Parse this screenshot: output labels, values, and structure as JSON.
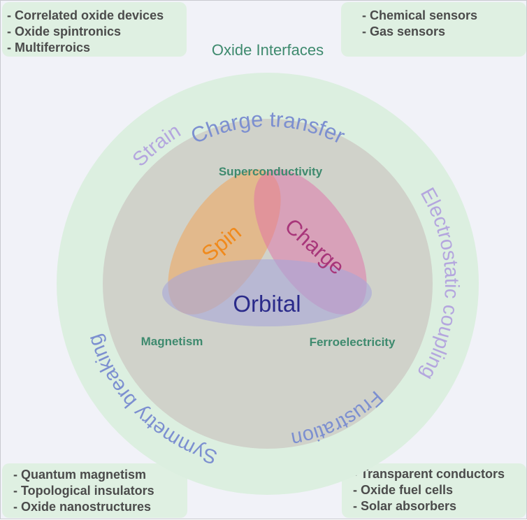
{
  "corners": {
    "top_left": [
      "- Correlated oxide devices",
      "- Oxide spintronics",
      "- Multiferroics"
    ],
    "top_right": [
      "- Chemical sensors",
      "- Gas sensors"
    ],
    "bottom_left": [
      "- Quantum magnetism",
      "- Topological insulators",
      "- Oxide nanostructures"
    ],
    "bottom_right": [
      "- Transparent conductors",
      "- Oxide fuel cells",
      "- Solar absorbers"
    ]
  },
  "ring": {
    "title": "Oxide Interfaces",
    "charge_transfer": "Charge transfer",
    "strain": "Strain",
    "electrostatic_coupling": "Electrostatic coupling",
    "symmetry_breaking": "Symmetry breaking",
    "frustration": "Frustration"
  },
  "core": {
    "superconductivity": "Superconductivity",
    "magnetism": "Magnetism",
    "ferroelectricity": "Ferroelectricity",
    "spin": "Spin",
    "charge": "Charge",
    "orbital": "Orbital"
  },
  "colors": {
    "background": "#f1f2f8",
    "corner_box": "#dff0e2",
    "outer_ring": "#dcefe0",
    "inner_disc": "#d0d2ca",
    "spin": "#f08a1c",
    "charge": "#a8367a",
    "orbital": "#2a2a8a",
    "ring_text_blue": "#7c8fd0",
    "ring_text_lavender": "#b4a6de",
    "core_text_green": "#3e8a6e"
  }
}
